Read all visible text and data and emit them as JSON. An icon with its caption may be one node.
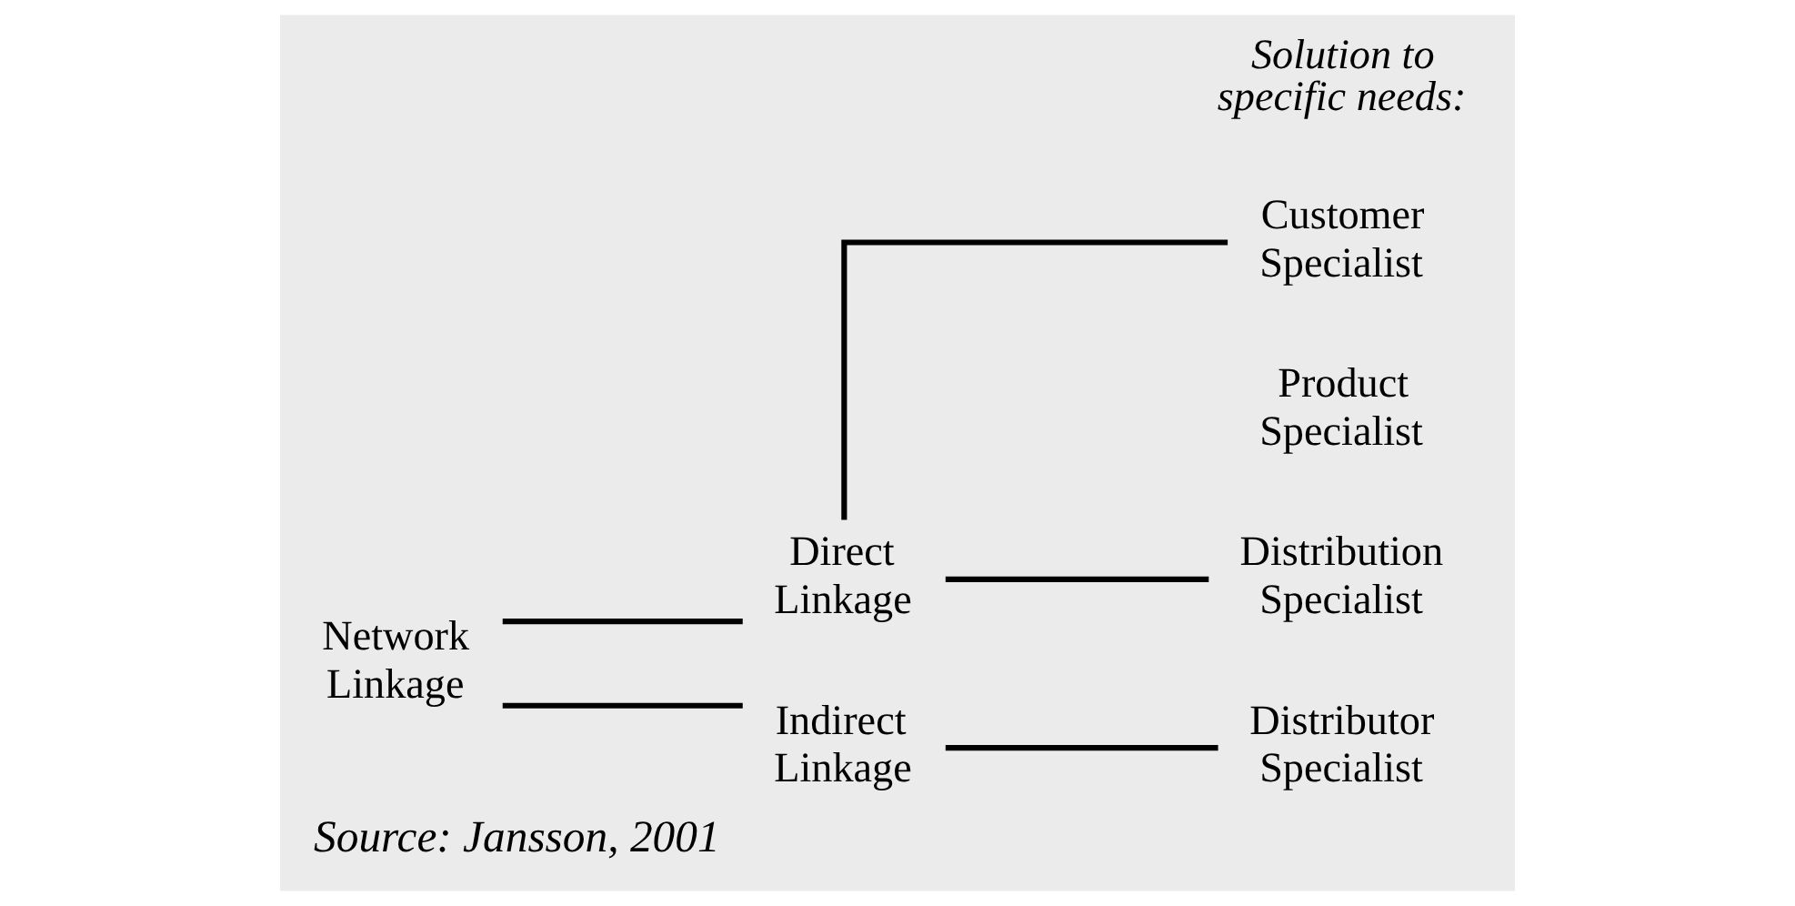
{
  "diagram": {
    "caption": "Source: Jansson, 2001",
    "nodes": [
      {
        "text": [
          "Network Linkage"
        ]
      },
      {
        "text": [
          "Direct Linkage"
        ]
      },
      {
        "text": [
          "Indirect Linkage"
        ]
      },
      {
        "text": [
          "Customer Specialist"
        ]
      },
      {
        "text": [
          "Distribution Specialist"
        ]
      },
      {
        "text": [
          "Distributor Specialist"
        ]
      }
    ],
    "edges": [
      {
        "from": 0,
        "to": 1,
        "arrow": "none"
      },
      {
        "from": 0,
        "to": 2,
        "arrow": "none"
      },
      {
        "from": 1,
        "to": 3,
        "arrow": "none"
      },
      {
        "from": 1,
        "to": 4,
        "arrow": "none"
      },
      {
        "from": 2,
        "to": 5,
        "arrow": "none"
      }
    ],
    "labels": [
      "Solution to specific needs:",
      "Product Specialist"
    ]
  }
}
